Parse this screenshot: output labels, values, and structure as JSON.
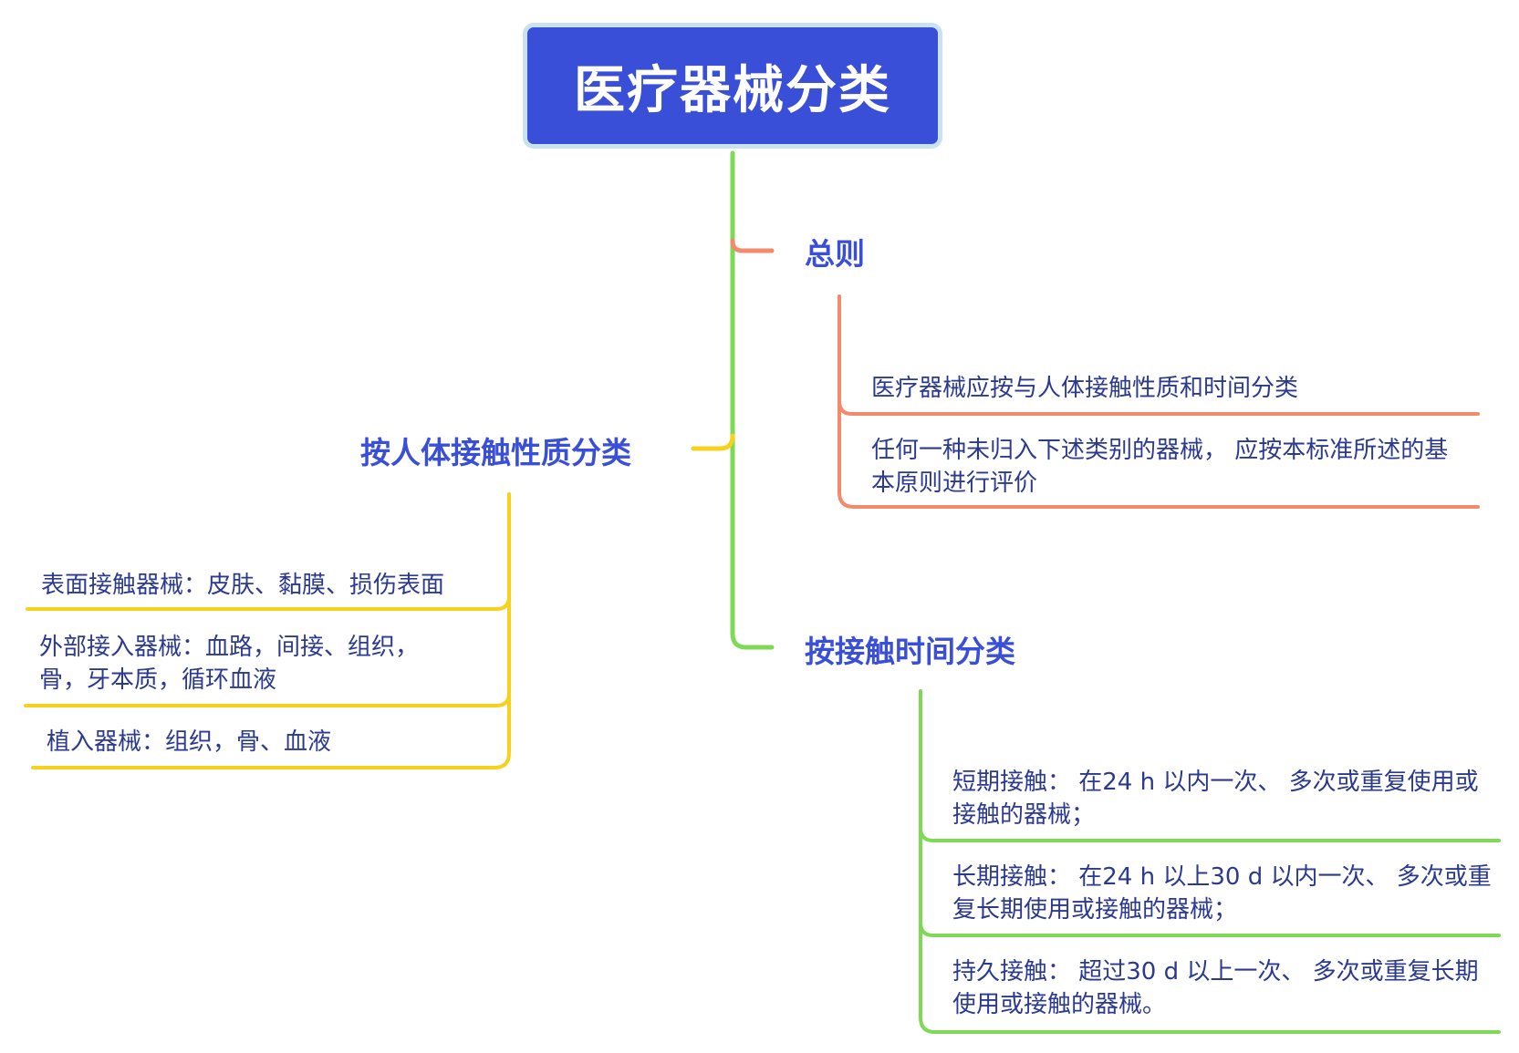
{
  "root": {
    "title": "医疗器械分类"
  },
  "branches": {
    "general": {
      "title": "总则",
      "items": [
        "医疗器械应按与人体接触性质和时间分类",
        "任何一种未归入下述类别的器械， 应按本标准所述的基本原则进行评价"
      ]
    },
    "nature": {
      "title": "按人体接触性质分类",
      "items": [
        "表面接触器械：皮肤、黏膜、损伤表面",
        "外部接入器械：血路，间接、组织，骨，牙本质，循环血液",
        "植入器械：组织，骨、血液"
      ]
    },
    "duration": {
      "title": "按接触时间分类",
      "items": [
        "短期接触： 在24 h 以内一次、 多次或重复使用或接触的器械；",
        "长期接触： 在24 h 以上30 d 以内一次、 多次或重复长期使用或接触的器械；",
        "持久接触： 超过30 d 以上一次、 多次或重复长期使用或接触的器械。"
      ]
    }
  },
  "colors": {
    "root_fill": "#3a4fd8",
    "trunk": "#7ed957",
    "general_branch": "#f28a6b",
    "nature_branch": "#f7d21c",
    "duration_branch": "#7ed957"
  }
}
